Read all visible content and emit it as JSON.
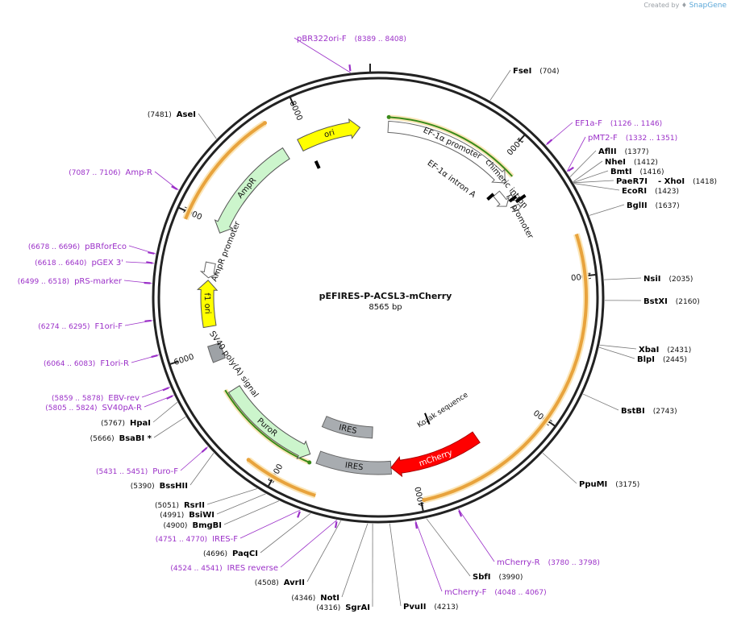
{
  "credit": {
    "prefix": "Created by",
    "brand": "SnapGene"
  },
  "plasmid": {
    "name": "pEFIRES-P-ACSL3-mCherry",
    "length_label": "8565 bp",
    "length": 8565
  },
  "colors": {
    "backbone": "#222222",
    "enzyme_text": "#000000",
    "primer": "#9b30c8",
    "ori": "#ffff00",
    "resistance": "#ccf5cc",
    "ires": "#a8acb0",
    "mcherry": "#ff0000",
    "orange_arc": "#e8a33d",
    "green_line": "#3a8a1a"
  },
  "ticks": [
    {
      "bp": 1000,
      "label": "1000"
    },
    {
      "bp": 2000,
      "label": "2000"
    },
    {
      "bp": 3000,
      "label": "3000"
    },
    {
      "bp": 4000,
      "label": "4000"
    },
    {
      "bp": 5000,
      "label": "5000"
    },
    {
      "bp": 6000,
      "label": "6000"
    },
    {
      "bp": 7000,
      "label": "7000"
    },
    {
      "bp": 8000,
      "label": "8000"
    }
  ],
  "features": {
    "ori": "ori",
    "ef1a_promoter": "EF-1α promoter",
    "chimeric_intron": "chimeric intron",
    "t7_promoter": "T7 promoter",
    "ef1a_intron_a": "EF-1α intron A",
    "ampr": "AmpR",
    "ampr_promoter": "AmpR promoter",
    "f1_ori": "f1 ori",
    "sv40_polya": "SV40 poly(A) signal",
    "puror": "PuroR",
    "ires1": "IRES",
    "ires2": "IRES",
    "mcherry": "mCherry",
    "kozak": "Kozak sequence"
  },
  "sites": [
    {
      "name": "FseI",
      "pos": "(704)",
      "kind": "enzyme"
    },
    {
      "name": "EF1a-F",
      "pos": "(1126 .. 1146)",
      "kind": "primer"
    },
    {
      "name": "pMT2-F",
      "pos": "(1332 .. 1351)",
      "kind": "primer"
    },
    {
      "name": "AflII",
      "pos": "(1377)",
      "kind": "enzyme"
    },
    {
      "name": "NheI",
      "pos": "(1412)",
      "kind": "enzyme"
    },
    {
      "name": "BmtI",
      "pos": "(1416)",
      "kind": "enzyme"
    },
    {
      "name": "PaeR7I",
      "pos": "",
      "kind": "enzyme"
    },
    {
      "name": "- XhoI",
      "pos": "(1418)",
      "kind": "enzyme"
    },
    {
      "name": "EcoRI",
      "pos": "(1423)",
      "kind": "enzyme"
    },
    {
      "name": "BglII",
      "pos": "(1637)",
      "kind": "enzyme"
    },
    {
      "name": "NsiI",
      "pos": "(2035)",
      "kind": "enzyme"
    },
    {
      "name": "BstXI",
      "pos": "(2160)",
      "kind": "enzyme"
    },
    {
      "name": "XbaI",
      "pos": "(2431)",
      "kind": "enzyme"
    },
    {
      "name": "BlpI",
      "pos": "(2445)",
      "kind": "enzyme"
    },
    {
      "name": "BstBI",
      "pos": "(2743)",
      "kind": "enzyme"
    },
    {
      "name": "PpuMI",
      "pos": "(3175)",
      "kind": "enzyme"
    },
    {
      "name": "mCherry-R",
      "pos": "(3780 .. 3798)",
      "kind": "primer"
    },
    {
      "name": "SbfI",
      "pos": "(3990)",
      "kind": "enzyme"
    },
    {
      "name": "mCherry-F",
      "pos": "(4048 .. 4067)",
      "kind": "primer"
    },
    {
      "name": "PvuII",
      "pos": "(4213)",
      "kind": "enzyme"
    },
    {
      "name": "SgrAI",
      "pos": "(4316)",
      "kind": "enzyme"
    },
    {
      "name": "NotI",
      "pos": "(4346)",
      "kind": "enzyme"
    },
    {
      "name": "AvrII",
      "pos": "(4508)",
      "kind": "enzyme"
    },
    {
      "name": "IRES reverse",
      "pos": "(4524 .. 4541)",
      "kind": "primer"
    },
    {
      "name": "PaqCI",
      "pos": "(4696)",
      "kind": "enzyme"
    },
    {
      "name": "IRES-F",
      "pos": "(4751 .. 4770)",
      "kind": "primer"
    },
    {
      "name": "BmgBI",
      "pos": "(4900)",
      "kind": "enzyme"
    },
    {
      "name": "BsiWI",
      "pos": "(4991)",
      "kind": "enzyme"
    },
    {
      "name": "RsrII",
      "pos": "(5051)",
      "kind": "enzyme"
    },
    {
      "name": "BssHII",
      "pos": "(5390)",
      "kind": "enzyme"
    },
    {
      "name": "Puro-F",
      "pos": "(5431 .. 5451)",
      "kind": "primer"
    },
    {
      "name": "BsaBI *",
      "pos": "(5666)",
      "kind": "enzyme"
    },
    {
      "name": "HpaI",
      "pos": "(5767)",
      "kind": "enzyme"
    },
    {
      "name": "SV40pA-R",
      "pos": "(5805 .. 5824)",
      "kind": "primer"
    },
    {
      "name": "EBV-rev",
      "pos": "(5859 .. 5878)",
      "kind": "primer"
    },
    {
      "name": "F1ori-R",
      "pos": "(6064 .. 6083)",
      "kind": "primer"
    },
    {
      "name": "F1ori-F",
      "pos": "(6274 .. 6295)",
      "kind": "primer"
    },
    {
      "name": "pRS-marker",
      "pos": "(6499 .. 6518)",
      "kind": "primer"
    },
    {
      "name": "pGEX 3'",
      "pos": "(6618 .. 6640)",
      "kind": "primer"
    },
    {
      "name": "pBRforEco",
      "pos": "(6678 .. 6696)",
      "kind": "primer"
    },
    {
      "name": "Amp-R",
      "pos": "(7087 .. 7106)",
      "kind": "primer"
    },
    {
      "name": "AseI",
      "pos": "(7481)",
      "kind": "enzyme"
    },
    {
      "name": "pBR322ori-F",
      "pos": "(8389 .. 8408)",
      "kind": "primer"
    }
  ]
}
